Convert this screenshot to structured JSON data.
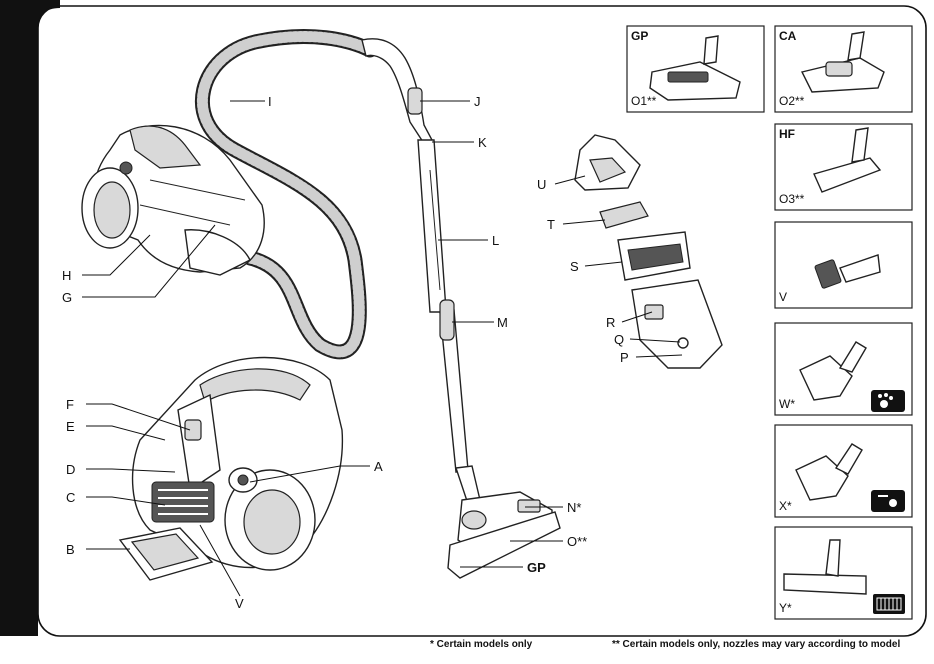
{
  "callouts": {
    "A": "A",
    "B": "B",
    "C": "C",
    "D": "D",
    "E": "E",
    "F": "F",
    "G": "G",
    "H": "H",
    "I": "I",
    "J": "J",
    "K": "K",
    "L": "L",
    "M": "M",
    "N": "N*",
    "O": "O**",
    "GP": "GP",
    "P": "P",
    "Q": "Q",
    "R": "R",
    "S": "S",
    "T": "T",
    "U": "U",
    "V": "V"
  },
  "accessory_boxes": [
    {
      "code": "GP",
      "label": "O1**"
    },
    {
      "code": "CA",
      "label": "O2**"
    },
    {
      "code": "HF",
      "label": "O3**"
    },
    {
      "code": "",
      "label": "V"
    },
    {
      "code": "",
      "label": "W*"
    },
    {
      "code": "",
      "label": "X*"
    },
    {
      "code": "",
      "label": "Y*"
    }
  ],
  "footnotes": {
    "certain_models": "* Certain models only",
    "nozzles_vary": "** Certain models only, nozzles may vary according to model"
  }
}
